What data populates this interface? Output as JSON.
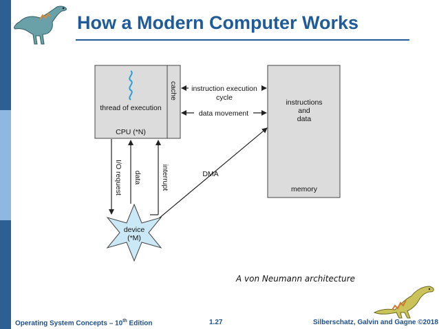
{
  "slide": {
    "title": "How a Modern Computer Works",
    "caption": "A von Neumann architecture",
    "colors": {
      "title": "#1f5b99",
      "band_dark": "#2d5f93",
      "band_light": "#8fb8e0",
      "box_fill": "#dcdcdc",
      "device_fill": "#cbe8f7"
    }
  },
  "diagram": {
    "cpu_label": "thread of execution",
    "cpu_count": "CPU (*N)",
    "cache_label": "cache",
    "memory_content_line1": "instructions",
    "memory_content_line2": "and",
    "memory_content_line3": "data",
    "memory_label": "memory",
    "arrow_instruction_line1": "instruction execution",
    "arrow_instruction_line2": "cycle",
    "arrow_data_movement": "data movement",
    "arrow_dma": "DMA",
    "arrow_io_request": "I/O request",
    "arrow_data": "data",
    "arrow_interrupt": "interrupt",
    "device_line1": "device",
    "device_line2": "(*M)"
  },
  "footer": {
    "left_main": "Operating System Concepts – 10",
    "left_sup": "th",
    "left_tail": " Edition",
    "page": "1.27",
    "right": "Silberschatz, Galvin and Gagne ©2018"
  }
}
